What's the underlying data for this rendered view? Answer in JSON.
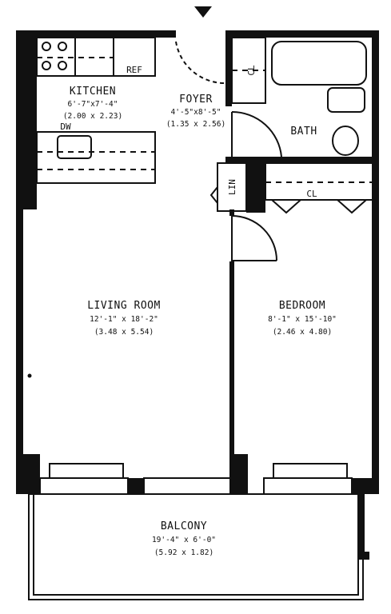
{
  "rooms": {
    "kitchen": {
      "name": "KITCHEN",
      "dims_ft": "6'-7\"x7'-4\"",
      "dims_m": "(2.00 x 2.23)"
    },
    "foyer": {
      "name": "FOYER",
      "dims_ft": "4'-5\"x8'-5\"",
      "dims_m": "(1.35 x 2.56)"
    },
    "bath": {
      "name": "BATH"
    },
    "living": {
      "name": "LIVING ROOM",
      "dims_ft": "12'-1\" x 18'-2\"",
      "dims_m": "(3.48 x 5.54)"
    },
    "bedroom": {
      "name": "BEDROOM",
      "dims_ft": "8'-1\" x 15'-10\"",
      "dims_m": "(2.46 x 4.80)"
    },
    "balcony": {
      "name": "BALCONY",
      "dims_ft": "19'-4\" x 6'-0\"",
      "dims_m": "(5.92 x 1.82)"
    }
  },
  "fixtures": {
    "ref": "REF",
    "dw": "DW",
    "closet_foyer": "CL",
    "closet_bedroom": "CL",
    "linen": "LIN"
  },
  "icons": {
    "entry": "entry-arrow-icon"
  },
  "colors": {
    "wall": "#111111",
    "background": "#ffffff"
  }
}
